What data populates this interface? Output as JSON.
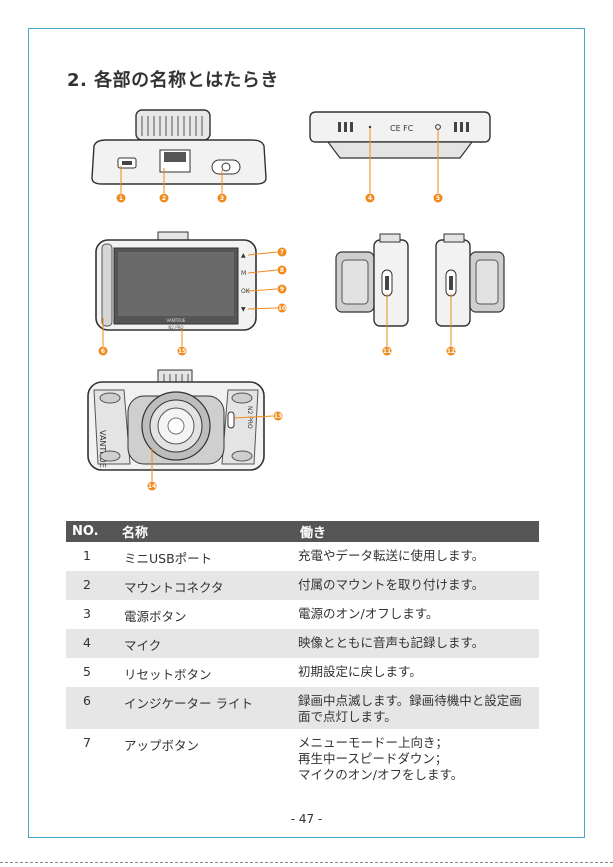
{
  "section_title": "2. 各部の名称とはたらき",
  "table": {
    "headers": [
      "NO.",
      "名称",
      "働き"
    ],
    "rows": [
      {
        "no": "1",
        "name": "ミニUSBポート",
        "func": [
          "充電やデータ転送に使用します。"
        ]
      },
      {
        "no": "2",
        "name": "マウントコネクタ",
        "func": [
          "付属のマウントを取り付けます。"
        ]
      },
      {
        "no": "3",
        "name": "電源ボタン",
        "func": [
          "電源のオン/オフします。"
        ]
      },
      {
        "no": "4",
        "name": "マイク",
        "func": [
          "映像とともに音声も記録します。"
        ]
      },
      {
        "no": "5",
        "name": "リセットボタン",
        "func": [
          "初期設定に戻します。"
        ]
      },
      {
        "no": "6",
        "name": "インジケーター ライト",
        "func": [
          "録画中点滅します。録画待機中と設定画",
          "面で点灯します。"
        ]
      },
      {
        "no": "7",
        "name": "アップボタン",
        "func": [
          "メニューモードー上向き；",
          "再生中ースピードダウン；",
          "マイクのオン/オフをします。"
        ]
      }
    ]
  },
  "diagram_labels": [
    "1",
    "2",
    "3",
    "4",
    "5",
    "6",
    "7",
    "8",
    "9",
    "10",
    "11",
    "12",
    "13",
    "14",
    "15"
  ],
  "device_texts": {
    "screen_brand": "VANTRUE",
    "side_label": "VANTRUE",
    "model": "N2 PRO"
  },
  "page_number": "- 47 -",
  "colors": {
    "accent": "#f08a1d",
    "frame": "#49a7c9",
    "table_header": "#555555",
    "row_shade": "#e6e6e6"
  }
}
